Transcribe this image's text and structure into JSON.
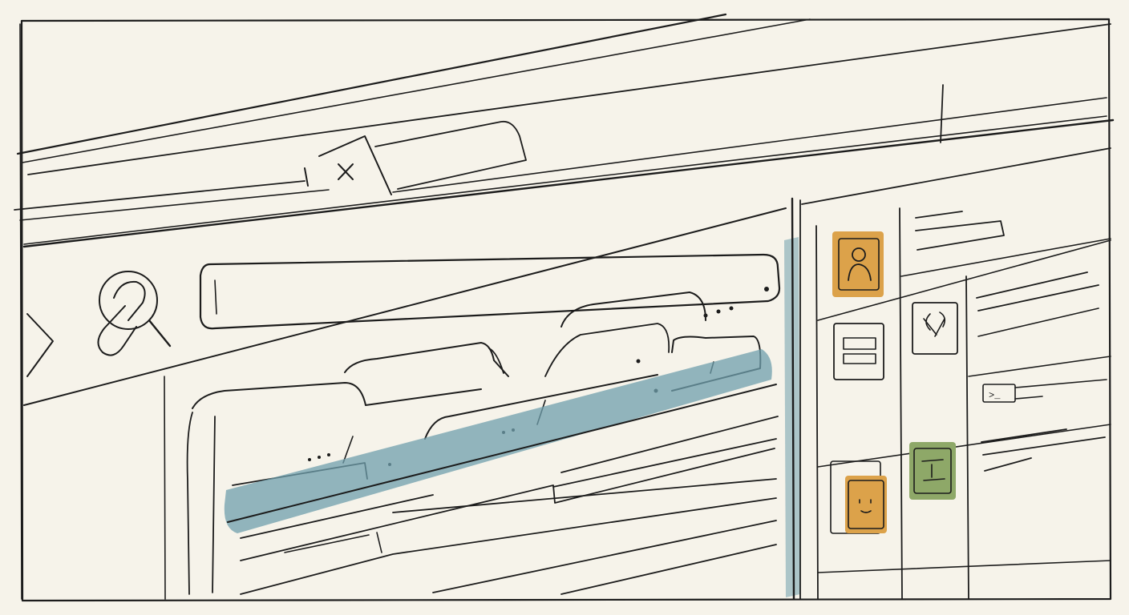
{
  "colors": {
    "paper": "#f6f3ea",
    "ink": "#1c1c1c",
    "highlight": "#6f9fac",
    "orange": "#dca24a",
    "green": "#8ea868"
  },
  "tab": {
    "close_icon": "close-icon"
  },
  "toolbar": {
    "logo_icon": "chain-link-search-icon",
    "expand_icon": "chevron-right-icon",
    "address_value": ""
  },
  "side_panel": {
    "tiles": [
      {
        "icon": "person-icon",
        "color": "orange"
      },
      {
        "icon": "list-icon",
        "color": "none"
      },
      {
        "icon": "tools-icon",
        "color": "none"
      },
      {
        "icon": "face-icon",
        "color": "orange"
      },
      {
        "icon": "document-icon",
        "color": "green"
      },
      {
        "icon": "terminal-icon",
        "color": "none"
      }
    ],
    "terminal_prompt": ">_"
  }
}
